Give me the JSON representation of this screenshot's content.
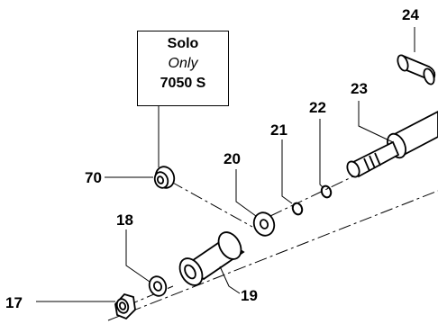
{
  "note": {
    "line1": "Solo",
    "line2": "Only",
    "line3": "7050 S"
  },
  "callouts": {
    "c17": "17",
    "c18": "18",
    "c19": "19",
    "c20": "20",
    "c21": "21",
    "c22": "22",
    "c23": "23",
    "c24": "24",
    "c70": "70"
  }
}
